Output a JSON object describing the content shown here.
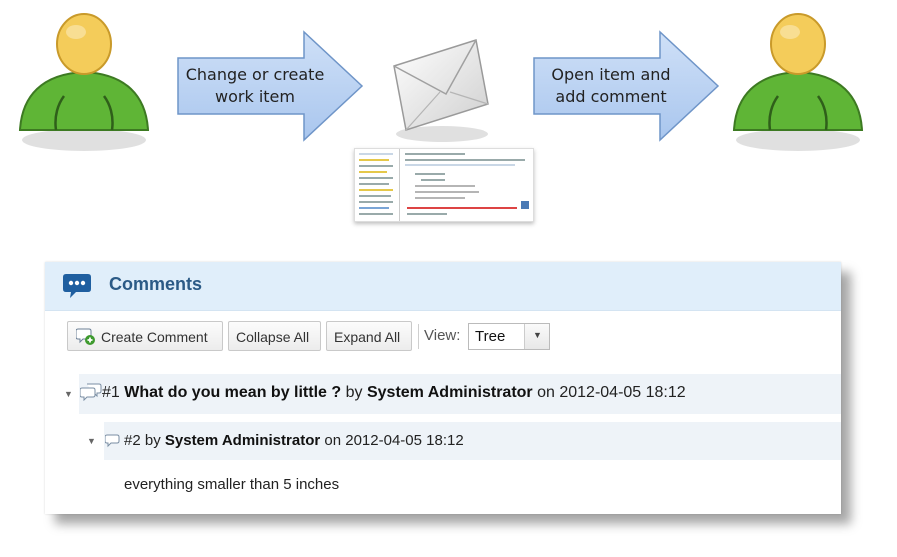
{
  "diagram": {
    "arrow1_label_line1": "Change or create",
    "arrow1_label_line2": "work item",
    "arrow2_label_line1": "Open item and",
    "arrow2_label_line2": "add comment"
  },
  "comments": {
    "title": "Comments",
    "toolbar": {
      "create_label": "Create Comment",
      "collapse_label": "Collapse All",
      "expand_label": "Expand All",
      "view_label": "View:",
      "view_value": "Tree"
    },
    "thread": [
      {
        "number": "#1",
        "title": "What do you mean by little ?",
        "by": "by",
        "author": "System Administrator",
        "on": "on",
        "timestamp": "2012-04-05 18:12"
      },
      {
        "number": "#2",
        "by": "by",
        "author": "System Administrator",
        "on": "on",
        "timestamp": "2012-04-05 18:12",
        "body": "everything smaller than 5 inches"
      }
    ]
  },
  "colors": {
    "person_body": "#5fb536",
    "person_head": "#f4cc5a",
    "arrow_fill": "#b8d2f2",
    "panel_header": "#e0eefa",
    "title_color": "#2b5a86"
  }
}
